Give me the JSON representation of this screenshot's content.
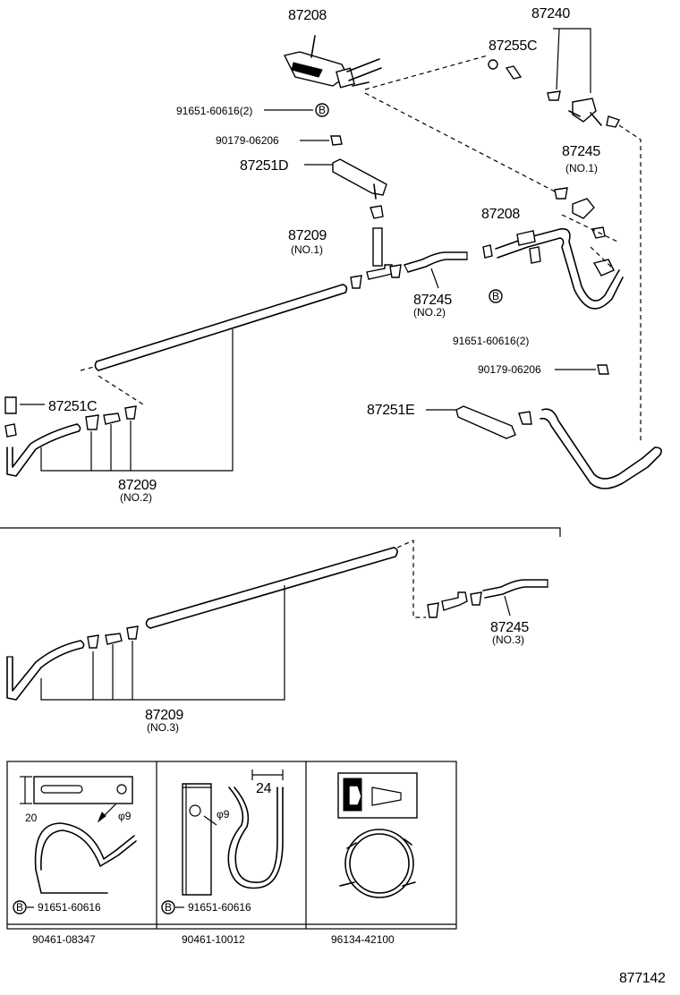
{
  "labels": {
    "p87208_top": "87208",
    "p87240": "87240",
    "p87255c": "87255C",
    "p91651_top": "91651-60616(2)",
    "p90179_top": "90179-06206",
    "p87245_no1": "87245",
    "p87245_no1_sub": "(NO.1)",
    "p87251d": "87251D",
    "p87208_mid": "87208",
    "p87209_no1": "87209",
    "p87209_no1_sub": "(NO.1)",
    "p87245_no2": "87245",
    "p87245_no2_sub": "(NO.2)",
    "p91651_mid": "91651-60616(2)",
    "p90179_mid": "90179-06206",
    "p87251c": "87251C",
    "p87251e": "87251E",
    "p87209_no2": "87209",
    "p87209_no2_sub": "(NO.2)",
    "p87245_no3": "87245",
    "p87245_no3_sub": "(NO.3)",
    "p87209_no3": "87209",
    "p87209_no3_sub": "(NO.3)"
  },
  "clip_table": {
    "cells": [
      {
        "dim_a": "20",
        "dim_b": "φ9",
        "callout_mark": "B",
        "callout_part": "91651-60616",
        "part_no": "90461-08347"
      },
      {
        "dim_a": "24",
        "dim_b": "φ9",
        "callout_mark": "B",
        "callout_part": "91651-60616",
        "part_no": "90461-10012"
      },
      {
        "part_no": "96134-42100"
      }
    ]
  },
  "diagram_id": "877142"
}
